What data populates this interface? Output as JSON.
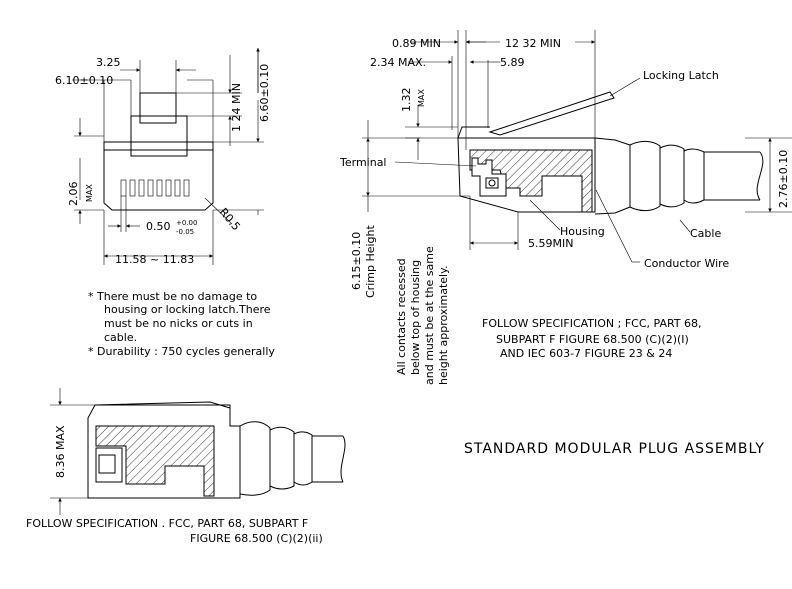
{
  "title": "STANDARD MODULAR PLUG ASSEMBLY",
  "front_view": {
    "dim_latch_width": "3.25",
    "dim_overall_width": "6.10±0.10",
    "dim_latch_height": "1 24 MIN",
    "dim_height": "6.60±0.10",
    "dim_side_height": "2.06",
    "dim_side_height_suffix": "MAX",
    "dim_pitch": "0.50",
    "dim_pitch_tol_plus": "+0.00",
    "dim_pitch_tol_minus": "-0.05",
    "dim_radius": "R0.5",
    "dim_base_width": "11.58 ~ 11.83"
  },
  "notes": [
    "* There must be no damage to",
    "housing or locking latch.There",
    "must be no nicks or cuts in",
    "cable.",
    "* Durability : 750 cycles generally"
  ],
  "side_view": {
    "dim_min_gap": "0.89 MIN",
    "dim_length": "12 32 MIN",
    "dim_latch_offset": "2.34 MAX.",
    "dim_latch_pos": "5.89",
    "dim_latch_rise": "1.32",
    "dim_latch_rise_suffix": "MAX",
    "dim_crimp": "6.15±0.10",
    "dim_crimp_label": "Crimp Height",
    "dim_cable": "2.76±0.10",
    "dim_housing_len": "5.59MIN",
    "label_locking_latch": "Locking Latch",
    "label_terminal": "Terminal",
    "label_housing": "Housing",
    "label_cable": "Cable",
    "label_conductor": "Conductor Wire",
    "contact_note": [
      "All contacts recessed",
      "below top of housing",
      "and must be at the same",
      "height approximately."
    ],
    "spec": [
      "FOLLOW SPECIFICATION ; FCC, PART 68,",
      "SUBPART F FIGURE 68.500 (C)(2)(I)",
      "AND IEC 603-7 FIGURE 23 & 24"
    ]
  },
  "bottom_view": {
    "dim_height": "8.36 MAX",
    "spec": [
      "FOLLOW SPECIFICATION . FCC, PART 68,  SUBPART F",
      "FIGURE 68.500 (C)(2)(ii)"
    ]
  }
}
